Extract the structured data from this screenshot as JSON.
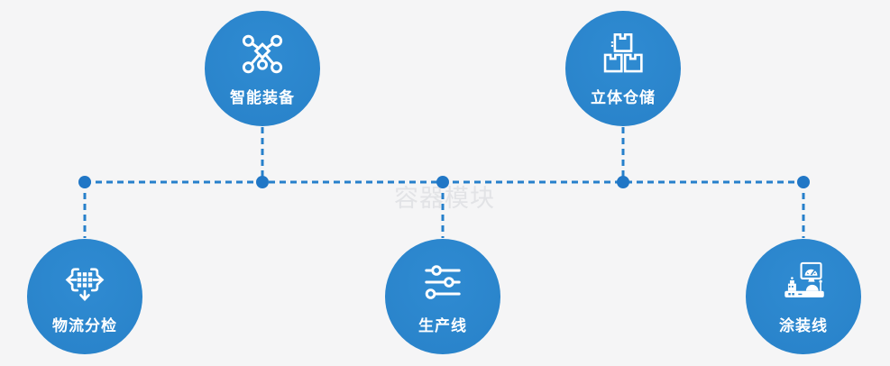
{
  "watermark": {
    "text": "容器模块"
  },
  "colors": {
    "background": "#f5f5f6",
    "circle": "#2a84cb",
    "connector_line": "#2680cb",
    "junction_dot": "#2177c6",
    "icon": "#ffffff",
    "label": "#ffffff",
    "watermark": "#e2e3e6"
  },
  "nodes": [
    {
      "id": "smart-equipment",
      "label": "智能装备",
      "icon": "network-nodes-icon",
      "row": "top"
    },
    {
      "id": "stereo-warehouse",
      "label": "立体仓储",
      "icon": "stacked-boxes-icon",
      "row": "top"
    },
    {
      "id": "logistics-sorting",
      "label": "物流分检",
      "icon": "sorting-crossroads-icon",
      "row": "bottom"
    },
    {
      "id": "production-line",
      "label": "生产线",
      "icon": "sliders-icon",
      "row": "bottom"
    },
    {
      "id": "painting-line",
      "label": "涂装线",
      "icon": "control-console-icon",
      "row": "bottom"
    }
  ]
}
